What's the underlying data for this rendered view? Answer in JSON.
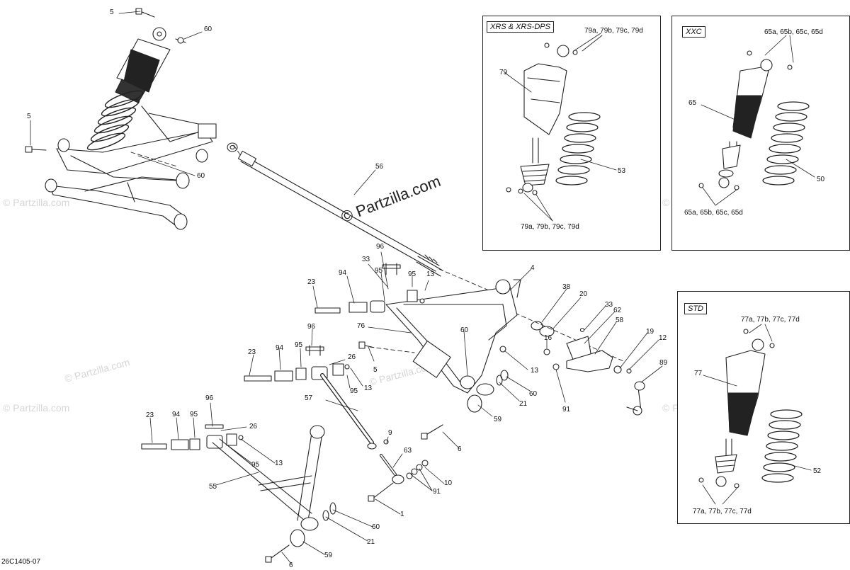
{
  "diagram": {
    "code": "26C1405-07",
    "watermark": "© Partzilla.com",
    "watermark_small": "© Partzilla.com",
    "boxes": {
      "xrs": {
        "title": "XRS & XRS-DPS",
        "shock": "79",
        "spring": "53",
        "top_parts": "79a, 79b, 79c, 79d",
        "bottom_parts": "79a, 79b, 79c, 79d"
      },
      "xxc": {
        "title": "XXC",
        "shock": "65",
        "spring": "50",
        "top_parts": "65a, 65b, 65c, 65d",
        "bottom_parts": "65a, 65b, 65c, 65d"
      },
      "std": {
        "title": "STD",
        "shock": "77",
        "spring": "52",
        "top_parts": "77a, 77b, 77c, 77d",
        "bottom_parts": "77a, 77b, 77c, 77d"
      }
    },
    "callouts": {
      "c5a": "5",
      "c60a": "60",
      "c5b": "5",
      "c60b": "60",
      "c56": "56",
      "c96a": "96",
      "c33a": "33",
      "c95a": "95",
      "c13a": "13",
      "c23a": "23",
      "c94a": "94",
      "c4": "4",
      "c76": "76",
      "c60c": "60",
      "c5c": "5",
      "c13b": "13",
      "c38": "38",
      "c20": "20",
      "c33b": "33",
      "c62": "62",
      "c58": "58",
      "c19": "19",
      "c12": "12",
      "c16": "16",
      "c89": "89",
      "c60d": "60",
      "c21a": "21",
      "c91a": "91",
      "c59a": "59",
      "c96b": "96",
      "c23b": "23",
      "c94b": "94",
      "c95b": "95",
      "c26a": "26",
      "c95c": "95",
      "c13c": "13",
      "c57": "57",
      "c96c": "96",
      "c23c": "23",
      "c94c": "94",
      "c95d": "95",
      "c26b": "26",
      "c95e": "95",
      "c13d": "13",
      "c55": "55",
      "c9": "9",
      "c63": "63",
      "c10": "10",
      "c91b": "91",
      "c1": "1",
      "c6a": "6",
      "c60e": "60",
      "c21b": "21",
      "c59b": "59",
      "c6b": "6"
    }
  }
}
